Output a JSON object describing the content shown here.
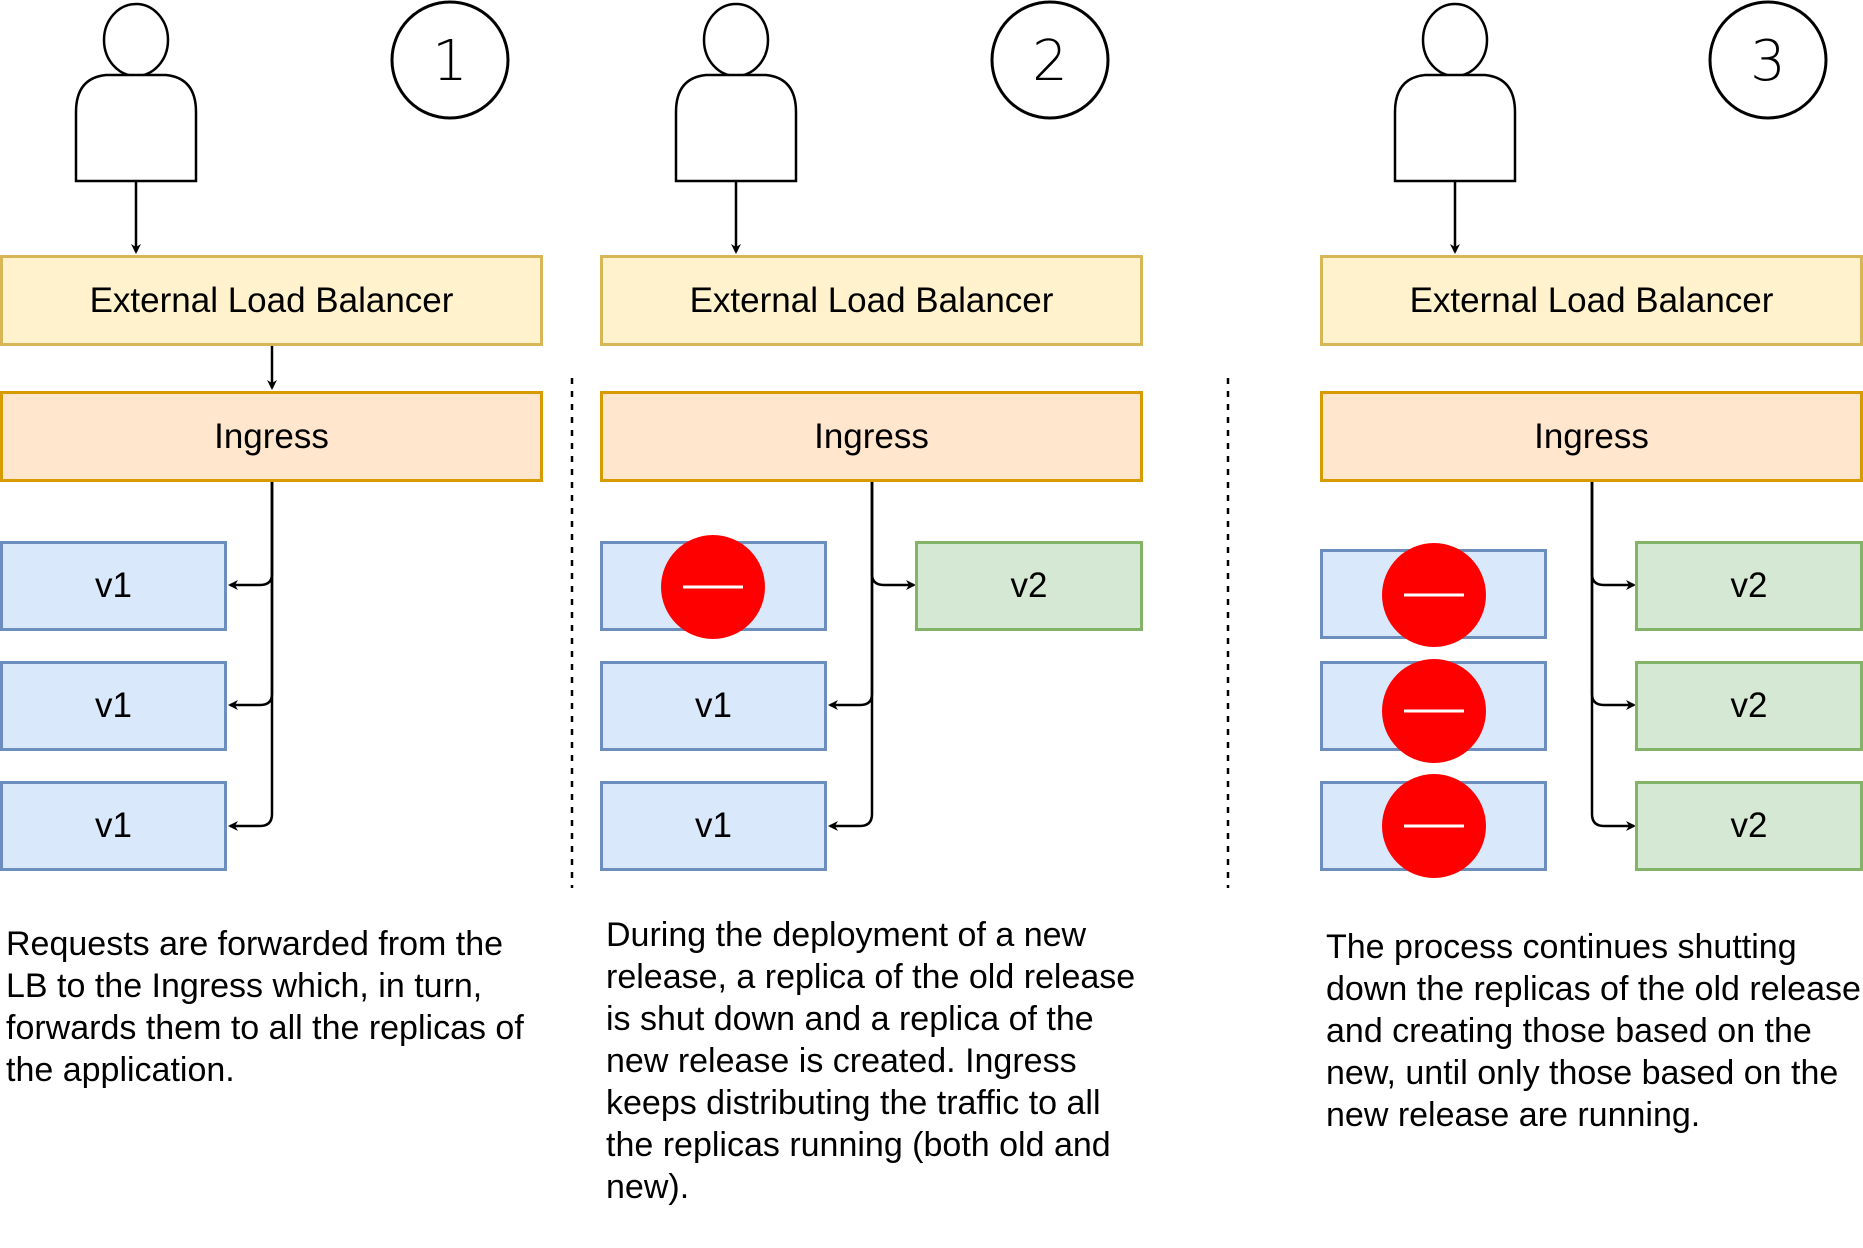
{
  "panels": [
    {
      "step_number": "1",
      "load_balancer_label": "External Load Balancer",
      "ingress_label": "Ingress",
      "old_replicas": [
        "v1",
        "v1",
        "v1"
      ],
      "new_replicas": [],
      "shut_down_count": 0,
      "caption": "Requests are forwarded from the LB to the Ingress which, in turn, forwards them to all the replicas of the application."
    },
    {
      "step_number": "2",
      "load_balancer_label": "External Load Balancer",
      "ingress_label": "Ingress",
      "old_replicas": [
        "",
        "v1",
        "v1"
      ],
      "new_replicas": [
        "v2"
      ],
      "shut_down_count": 1,
      "caption": "During the deployment of a new release, a replica of the old release is shut down and a replica of the new release is created. Ingress keeps distributing the traffic to all the replicas running (both old and new)."
    },
    {
      "step_number": "3",
      "load_balancer_label": "External Load Balancer",
      "ingress_label": "Ingress",
      "old_replicas": [
        "",
        "",
        ""
      ],
      "new_replicas": [
        "v2",
        "v2",
        "v2"
      ],
      "shut_down_count": 3,
      "caption": "The process continues shutting down the replicas of the old release and creating those based on the new, until only those based on the new release are running."
    }
  ],
  "colors": {
    "load_balancer_fill": "#fff2cc",
    "load_balancer_border": "#d6b656",
    "ingress_fill": "#ffe6cc",
    "ingress_border": "#d79b00",
    "old_replica_fill": "#dae8fc",
    "old_replica_border": "#6c8ebf",
    "new_replica_fill": "#d5e8d4",
    "new_replica_border": "#82b366",
    "shutdown_marker": "#ff0000"
  },
  "icons": {
    "user": "user-icon",
    "step": "step-number-circle",
    "shutdown": "no-entry-icon"
  }
}
